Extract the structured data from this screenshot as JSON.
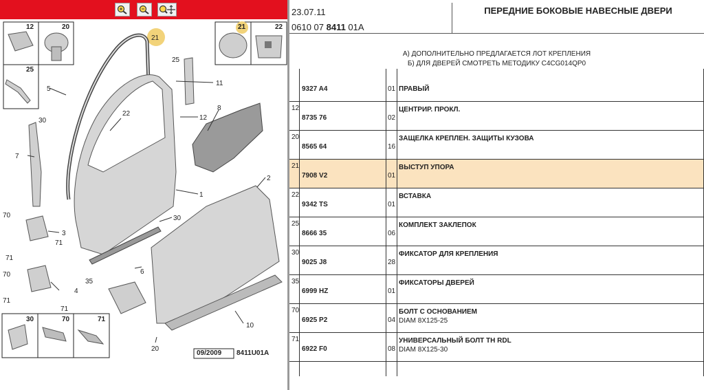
{
  "toolbar": {
    "buttons": [
      "zoom-in-icon",
      "zoom-out-icon",
      "zoom-pan-icon"
    ]
  },
  "header": {
    "date": "23.07.11",
    "code_prefix": "0610 07 ",
    "code_bold": "8411",
    "code_suffix": " 01A",
    "title": "ПЕРЕДНИЕ БОКОВЫЕ НАВЕСНЫЕ ДВЕРИ"
  },
  "notes": [
    "А) ДОПОЛНИТЕЛЬНО ПРЕДЛАГАЕТСЯ ЛОТ КРЕПЛЕНИЯ",
    "Б) ДЛЯ ДВЕРЕЙ СМОТРЕТЬ МЕТОДИКУ C4CG014QP0"
  ],
  "diagram": {
    "date_label": "09/2009",
    "sheet_label": "8411U01A",
    "callouts": [
      "1",
      "2",
      "3",
      "4",
      "5",
      "6",
      "7",
      "8",
      "10",
      "11",
      "12",
      "20",
      "21",
      "22",
      "25",
      "30",
      "35",
      "70",
      "71"
    ],
    "inset_labels": [
      "12",
      "20",
      "25",
      "21",
      "22",
      "30",
      "70",
      "71"
    ]
  },
  "rows": [
    {
      "idx": "",
      "ref": "9327 A4",
      "qty": "01",
      "name": "ПРАВЫЙ",
      "sub": "",
      "highlight": false
    },
    {
      "idx": "12",
      "ref": "8735 76",
      "qty": "02",
      "name": "ЦЕНТРИР. ПРОКЛ.",
      "sub": "",
      "highlight": false
    },
    {
      "idx": "20",
      "ref": "8565 64",
      "qty": "16",
      "name": "ЗАЩЕЛКА КРЕПЛЕН. ЗАЩИТЫ КУЗОВА",
      "sub": "",
      "highlight": false
    },
    {
      "idx": "21",
      "ref": "7908 V2",
      "qty": "01",
      "name": "ВЫСТУП УПОРА",
      "sub": "",
      "highlight": true
    },
    {
      "idx": "22",
      "ref": "9342 TS",
      "qty": "01",
      "name": "ВСТАВКА",
      "sub": "",
      "highlight": false
    },
    {
      "idx": "25",
      "ref": "8666 35",
      "qty": "06",
      "name": "КОМПЛЕКТ ЗАКЛЕПОК",
      "sub": "",
      "highlight": false
    },
    {
      "idx": "30",
      "ref": "9025 J8",
      "qty": "28",
      "name": "ФИКСАТОР ДЛЯ КРЕПЛЕНИЯ",
      "sub": "",
      "highlight": false
    },
    {
      "idx": "35",
      "ref": "6999 HZ",
      "qty": "01",
      "name": "ФИКСАТОРЫ ДВЕРЕЙ",
      "sub": "",
      "highlight": false
    },
    {
      "idx": "70",
      "ref": "6925 P2",
      "qty": "04",
      "name": "БОЛТ С ОСНОВАНИЕМ",
      "sub": "DIAM 8X125-25",
      "highlight": false
    },
    {
      "idx": "71",
      "ref": "6922 F0",
      "qty": "08",
      "name": "УНИВЕРСАЛЬНЫЙ БОЛТ TH RDL",
      "sub": "DIAM 8X125-30",
      "highlight": false
    }
  ],
  "colors": {
    "toolbar": "#e3101e",
    "highlight": "#fbe3bf",
    "badge": "#f2d37a"
  }
}
